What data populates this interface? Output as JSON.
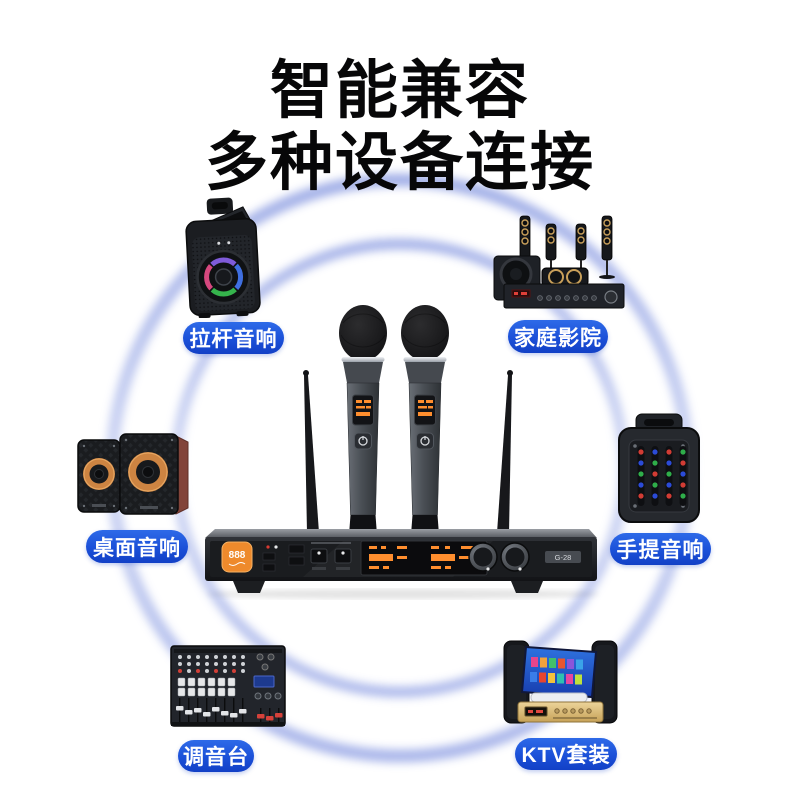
{
  "title": {
    "line1": "智能兼容",
    "line2": "多种设备连接"
  },
  "devices": [
    {
      "name": "trolley-speaker",
      "label": "拉杆音响"
    },
    {
      "name": "home-theater",
      "label": "家庭影院"
    },
    {
      "name": "desktop-speaker",
      "label": "桌面音响"
    },
    {
      "name": "portable-speaker",
      "label": "手提音响"
    },
    {
      "name": "mixer",
      "label": "调音台"
    },
    {
      "name": "ktv-set",
      "label": "KTV套装"
    }
  ],
  "receiver": {
    "badge": "888",
    "model": "G-28"
  },
  "colors": {
    "label_blue": "#1b50d8",
    "ring_blue": "#a6b3e9",
    "badge_orange": "#ee8a2c",
    "display_orange": "#ff8e2e",
    "title_black": "#070708"
  }
}
